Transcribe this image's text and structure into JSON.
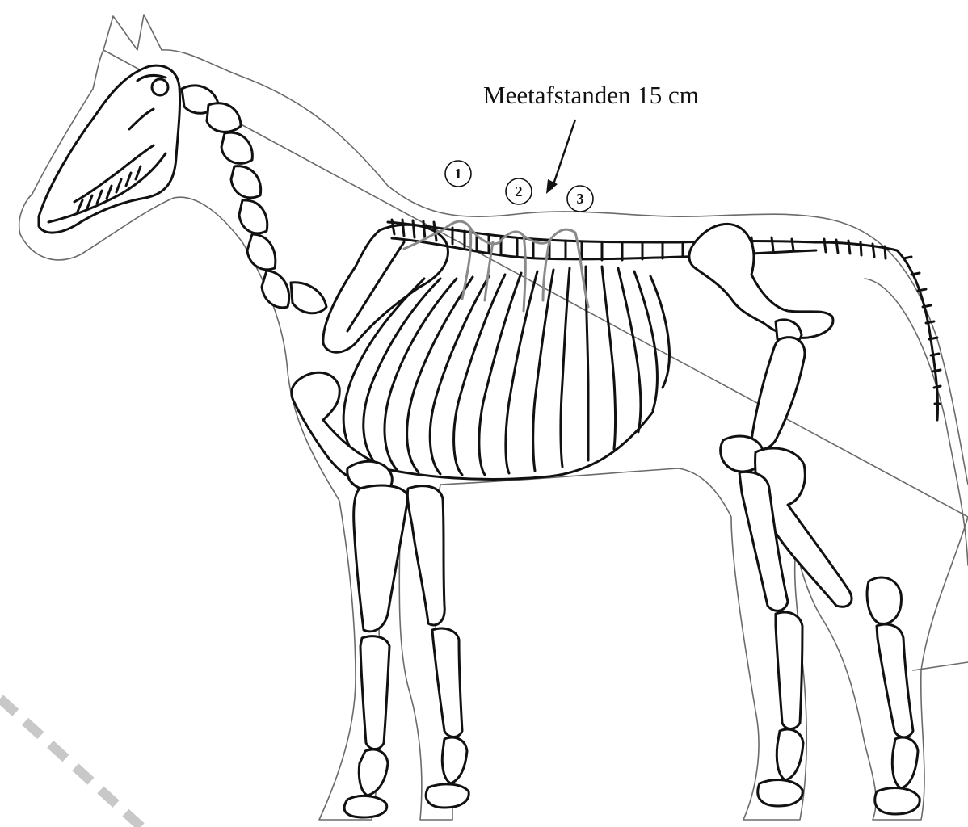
{
  "annotation": {
    "label": "Meetafstanden 15 cm"
  },
  "markers": [
    {
      "label": "1"
    },
    {
      "label": "2"
    },
    {
      "label": "3"
    }
  ]
}
